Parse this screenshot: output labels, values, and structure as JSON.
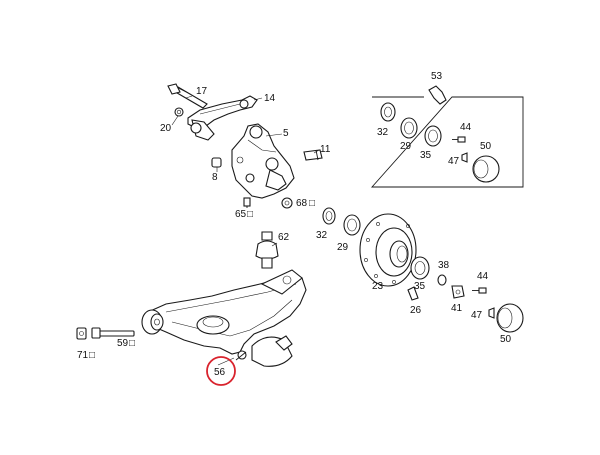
{
  "diagram": {
    "labels": {
      "p17": "17",
      "p14": "14",
      "p20": "20",
      "p5": "5",
      "p8": "8",
      "p11": "11",
      "p68": "68",
      "p65": "65",
      "p62": "62",
      "p53": "53",
      "p32a": "32",
      "p29a": "29",
      "p35a": "35",
      "p44a": "44",
      "p47a": "47",
      "p50a": "50",
      "p32b": "32",
      "p29b": "29",
      "p23": "23",
      "p35b": "35",
      "p26": "26",
      "p38": "38",
      "p41": "41",
      "p44b": "44",
      "p47b": "47",
      "p50b": "50",
      "p71": "71",
      "p59": "59",
      "p56": "56"
    },
    "highlight": {
      "part": "56",
      "color": "#d9232d"
    },
    "note_symbol": "□"
  }
}
